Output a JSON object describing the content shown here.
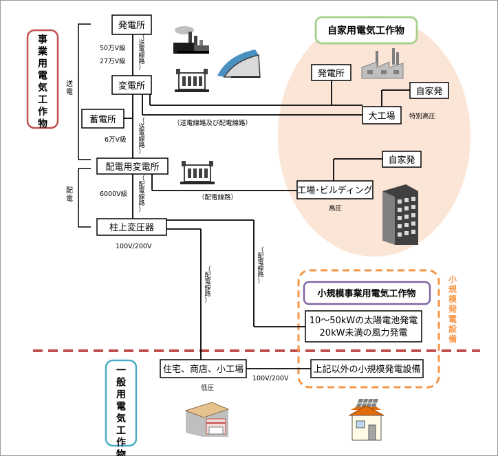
{
  "colors": {
    "line": "#000000",
    "jika_fill": "#fbe5d6",
    "jika_border": "#a9d18e",
    "jigyo_border": "#c0504d",
    "ippan_border": "#4bacc6",
    "small_border": "#8064a2",
    "orange": "#f79646",
    "divider": "#c0504d"
  },
  "categories": {
    "jigyo": "事業用電気工作物",
    "ippan": "一般用電気工作物",
    "jika": "自家用電気工作物",
    "small_jigyo": "小規模事業用電気工作物",
    "small_facility": "小規模発電設備"
  },
  "nodes": {
    "hatsudensho": "発電所",
    "hendensho": "変電所",
    "chikudensho": "蓄電所",
    "haiden_hendensho": "配電用変電所",
    "chuujou_hen_atsuki": "柱上変圧器",
    "jutaku": "住宅、商店、小工場",
    "jika_hatsudensho": "発電所",
    "jikahatsu_1": "自家発",
    "dai_koujou": "大工場",
    "jikahatsu_2": "自家発",
    "koujou_building": "工場･ビルディング",
    "solar_line1": "10～50kWの太陽電池発電",
    "solar_line2": "20kW未満の風力発電",
    "other_small": "上記以外の小規模発電設備"
  },
  "labels": {
    "v500k": "50万V級",
    "v270k": "27万V級",
    "v60k": "6万V級",
    "v6000": "6000V級",
    "v100_200_a": "100V/200V",
    "v100_200_b": "100V/200V",
    "tokubetsu": "特別高圧",
    "kouatsu": "高圧",
    "teiatsu": "低圧",
    "souden": "送電",
    "haiden": "配電",
    "souden_senro_1": "（送電線路）",
    "souden_senro_2": "（送電線路）",
    "souden_haiden": "（送電線路及び配電線路）",
    "haiden_senro_1": "（配電線路）",
    "haiden_senro_2": "（配電線路）",
    "haiden_senro_3": "（配電線路）",
    "haiden_senro_4": "（配電線路）"
  },
  "icons": {
    "power_plant": "factory-smokestack-icon",
    "dam": "dam-icon",
    "substation": "substation-icon",
    "factory": "factory-icon",
    "building": "building-icon",
    "shop": "shop-icon",
    "house_solar": "house-solar-panel-icon"
  }
}
